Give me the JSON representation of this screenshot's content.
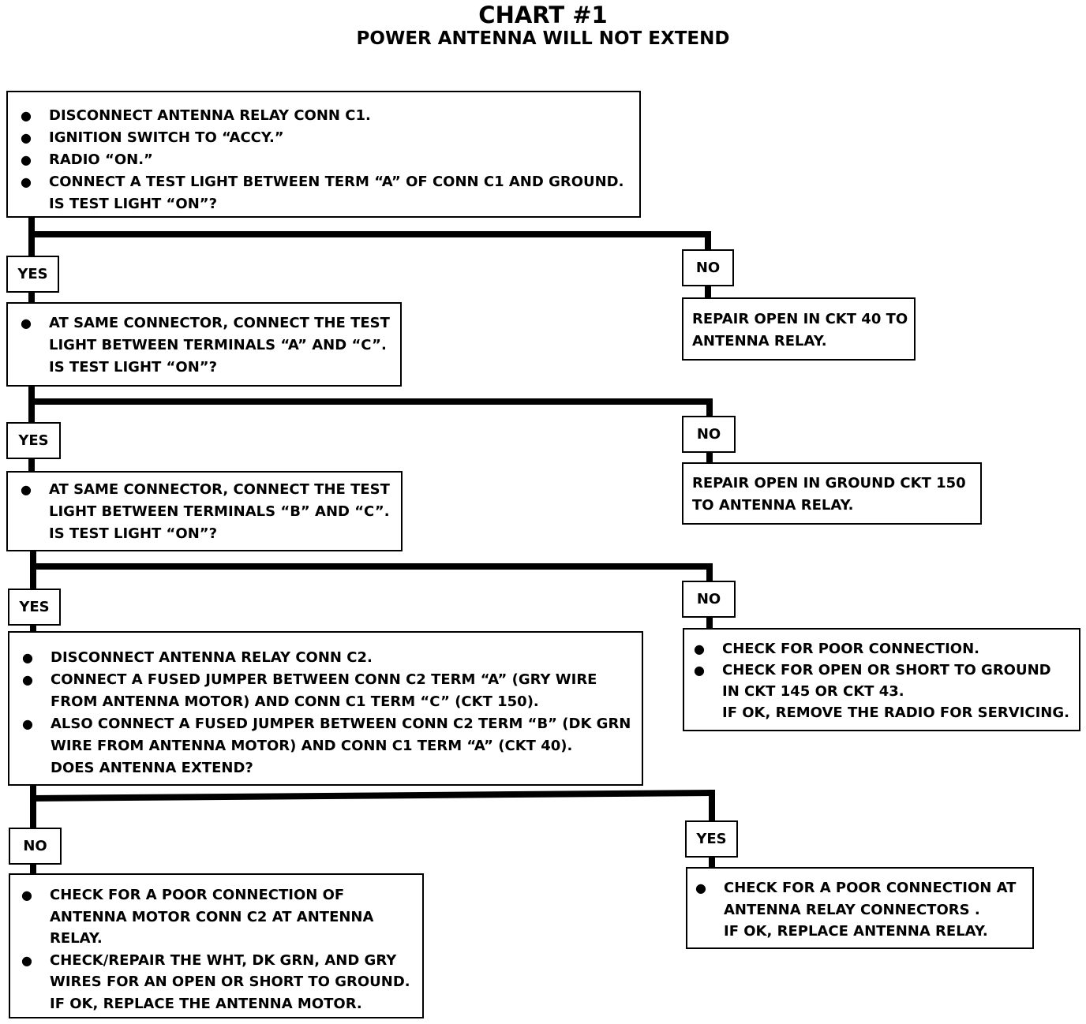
{
  "header": {
    "title": "CHART #1",
    "subtitle": "POWER ANTENNA WILL NOT EXTEND"
  },
  "labels": {
    "yes": "YES",
    "no": "NO"
  },
  "steps": [
    {
      "bullets": [
        "DISCONNECT ANTENNA RELAY CONN C1.",
        "IGNITION SWITCH TO “ACCY.”",
        "RADIO “ON.”",
        "CONNECT A TEST LIGHT BETWEEN TERM “A” OF CONN C1 AND GROUND."
      ],
      "question": "IS TEST LIGHT “ON”?"
    },
    {
      "bullet_lines": [
        "AT SAME CONNECTOR, CONNECT THE TEST",
        "LIGHT BETWEEN TERMINALS “A” AND “C”."
      ],
      "question": "IS TEST LIGHT “ON”?"
    },
    {
      "bullet_lines": [
        "AT SAME CONNECTOR, CONNECT THE TEST",
        "LIGHT BETWEEN TERMINALS “B” AND “C”."
      ],
      "question": "IS TEST LIGHT “ON”?"
    },
    {
      "bullet_1": "DISCONNECT ANTENNA RELAY CONN C2.",
      "bullet_2_lines": [
        "CONNECT A FUSED JUMPER BETWEEN CONN C2 TERM “A” (GRY WIRE",
        "FROM ANTENNA MOTOR) AND CONN C1 TERM “C” (CKT 150)."
      ],
      "bullet_3_lines": [
        "ALSO CONNECT A FUSED JUMPER BETWEEN CONN C2 TERM “B” (DK GRN",
        "WIRE FROM ANTENNA MOTOR) AND CONN C1 TERM “A” (CKT 40)."
      ],
      "question": "DOES ANTENNA EXTEND?"
    }
  ],
  "results": {
    "r1": [
      "REPAIR OPEN IN CKT 40 TO",
      "ANTENNA RELAY."
    ],
    "r2": [
      "REPAIR OPEN  IN GROUND CKT 150",
      "TO ANTENNA RELAY."
    ],
    "r3": {
      "bullet_1": "CHECK FOR POOR CONNECTION.",
      "bullet_2_lines": [
        "CHECK FOR OPEN OR SHORT TO GROUND",
        "IN CKT 145 OR CKT 43."
      ],
      "tail": "IF OK, REMOVE THE RADIO FOR SERVICING."
    },
    "r4": {
      "bullet_1_lines": [
        "CHECK FOR A POOR CONNECTION OF",
        "ANTENNA MOTOR CONN C2 AT ANTENNA",
        "RELAY."
      ],
      "bullet_2_lines": [
        "CHECK/REPAIR THE WHT, DK GRN, AND GRY",
        "WIRES FOR AN OPEN OR SHORT TO GROUND."
      ],
      "tail": "IF OK, REPLACE THE ANTENNA MOTOR."
    },
    "r5": {
      "bullet_lines": [
        "CHECK FOR A POOR CONNECTION AT",
        "ANTENNA RELAY CONNECTORS ."
      ],
      "tail": "IF OK, REPLACE ANTENNA RELAY."
    }
  }
}
